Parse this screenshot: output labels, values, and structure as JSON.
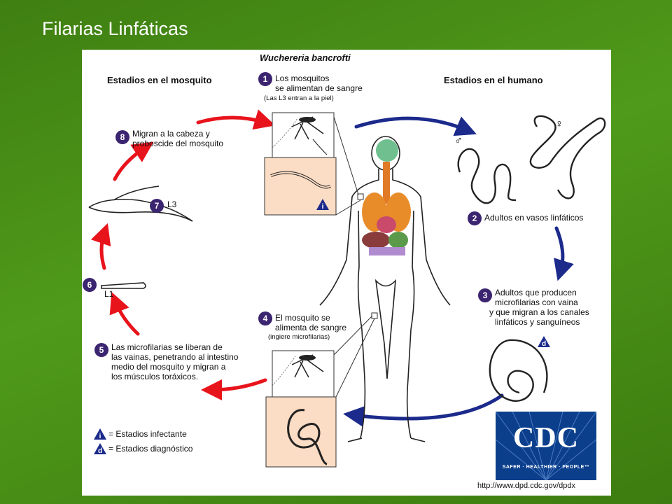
{
  "slide": {
    "title": "Filarias Linfáticas"
  },
  "diagram": {
    "title": "Wuchereria bancrofti",
    "mosquito_stages_heading": "Estadios en el mosquito",
    "human_stages_heading": "Estadios en el humano",
    "steps": [
      {
        "num": "1",
        "lines": [
          "Los mosquitos",
          "se alimentan de sangre"
        ],
        "note": "(Las L3 entran a la piel)"
      },
      {
        "num": "2",
        "lines": [
          "Adultos en vasos linfáticos"
        ]
      },
      {
        "num": "3",
        "lines": [
          "Adultos que producen",
          "microfilarias con vaina",
          "y que migran a los canales",
          "linfáticos y sanguíneos"
        ]
      },
      {
        "num": "4",
        "lines": [
          "El mosquito se",
          "alimenta de sangre"
        ],
        "note": "(ingiere microfilarias)"
      },
      {
        "num": "5",
        "lines": [
          "Las microfilarias se liberan de",
          "las vainas, penetrando al intestino",
          "medio del mosquito y migran a",
          "los músculos toráxicos."
        ]
      },
      {
        "num": "6",
        "label": "L1"
      },
      {
        "num": "7",
        "label": "L3"
      },
      {
        "num": "8",
        "lines": [
          "Migran a la cabeza y",
          "proboscide del mosquito"
        ]
      }
    ],
    "sex_symbols": {
      "male": "♂",
      "female": "♀"
    },
    "legend": [
      {
        "marker": "i",
        "text": "= Estadios infectante"
      },
      {
        "marker": "d",
        "text": "= Estadios diagnóstico"
      }
    ],
    "logo": {
      "text": "CDC",
      "tagline": "SAFER · HEALTHIER · PEOPLE™"
    },
    "url": "http://www.dpd.cdc.gov/dpdx",
    "colors": {
      "red_arrows": "#e8141c",
      "blue_arrows": "#1c2a8c",
      "step_badge": "#3b2470",
      "inset_bg": "#fbdcc4",
      "logo_bg": "#0b3f8c"
    }
  }
}
